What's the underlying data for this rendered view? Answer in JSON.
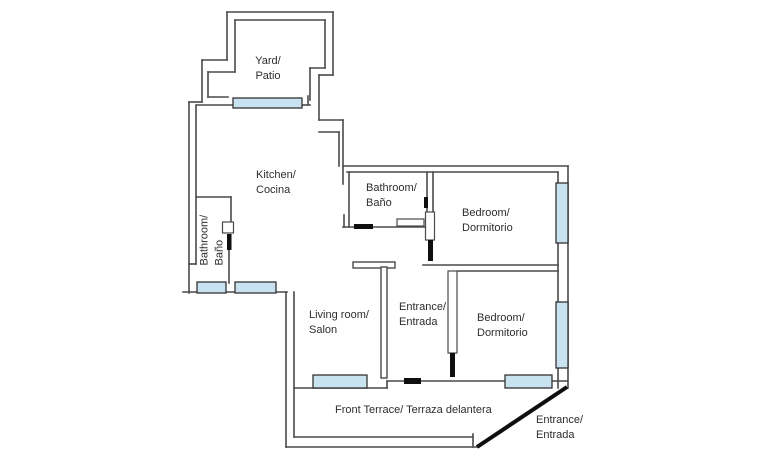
{
  "floorplan": {
    "rooms": {
      "yard": {
        "line1": "Yard/",
        "line2": "Patio"
      },
      "kitchen": {
        "line1": "Kitchen/",
        "line2": "Cocina"
      },
      "bathroom_left": {
        "line1": "Bathroom/",
        "line2": "Baño"
      },
      "bathroom_middle": {
        "line1": "Bathroom/",
        "line2": "Baño"
      },
      "bedroom_top": {
        "line1": "Bedroom/",
        "line2": "Dormitorio"
      },
      "bedroom_bottom": {
        "line1": "Bedroom/",
        "line2": "Dormitorio"
      },
      "living_room": {
        "line1": "Living room/",
        "line2": "Salon"
      },
      "entrance_inner": {
        "line1": "Entrance/",
        "line2": "Entrada"
      },
      "entrance_outer": {
        "line1": "Entrance/",
        "line2": "Entrada"
      },
      "terrace": {
        "line1": "Front Terrace/ Terraza delantera"
      }
    },
    "colors": {
      "wall": "#4a4a4a",
      "door": "#0f0f0f",
      "window_fill": "#c9e2f0",
      "window_stroke": "#333333",
      "background": "#ffffff",
      "text": "#2d2d2d"
    }
  }
}
